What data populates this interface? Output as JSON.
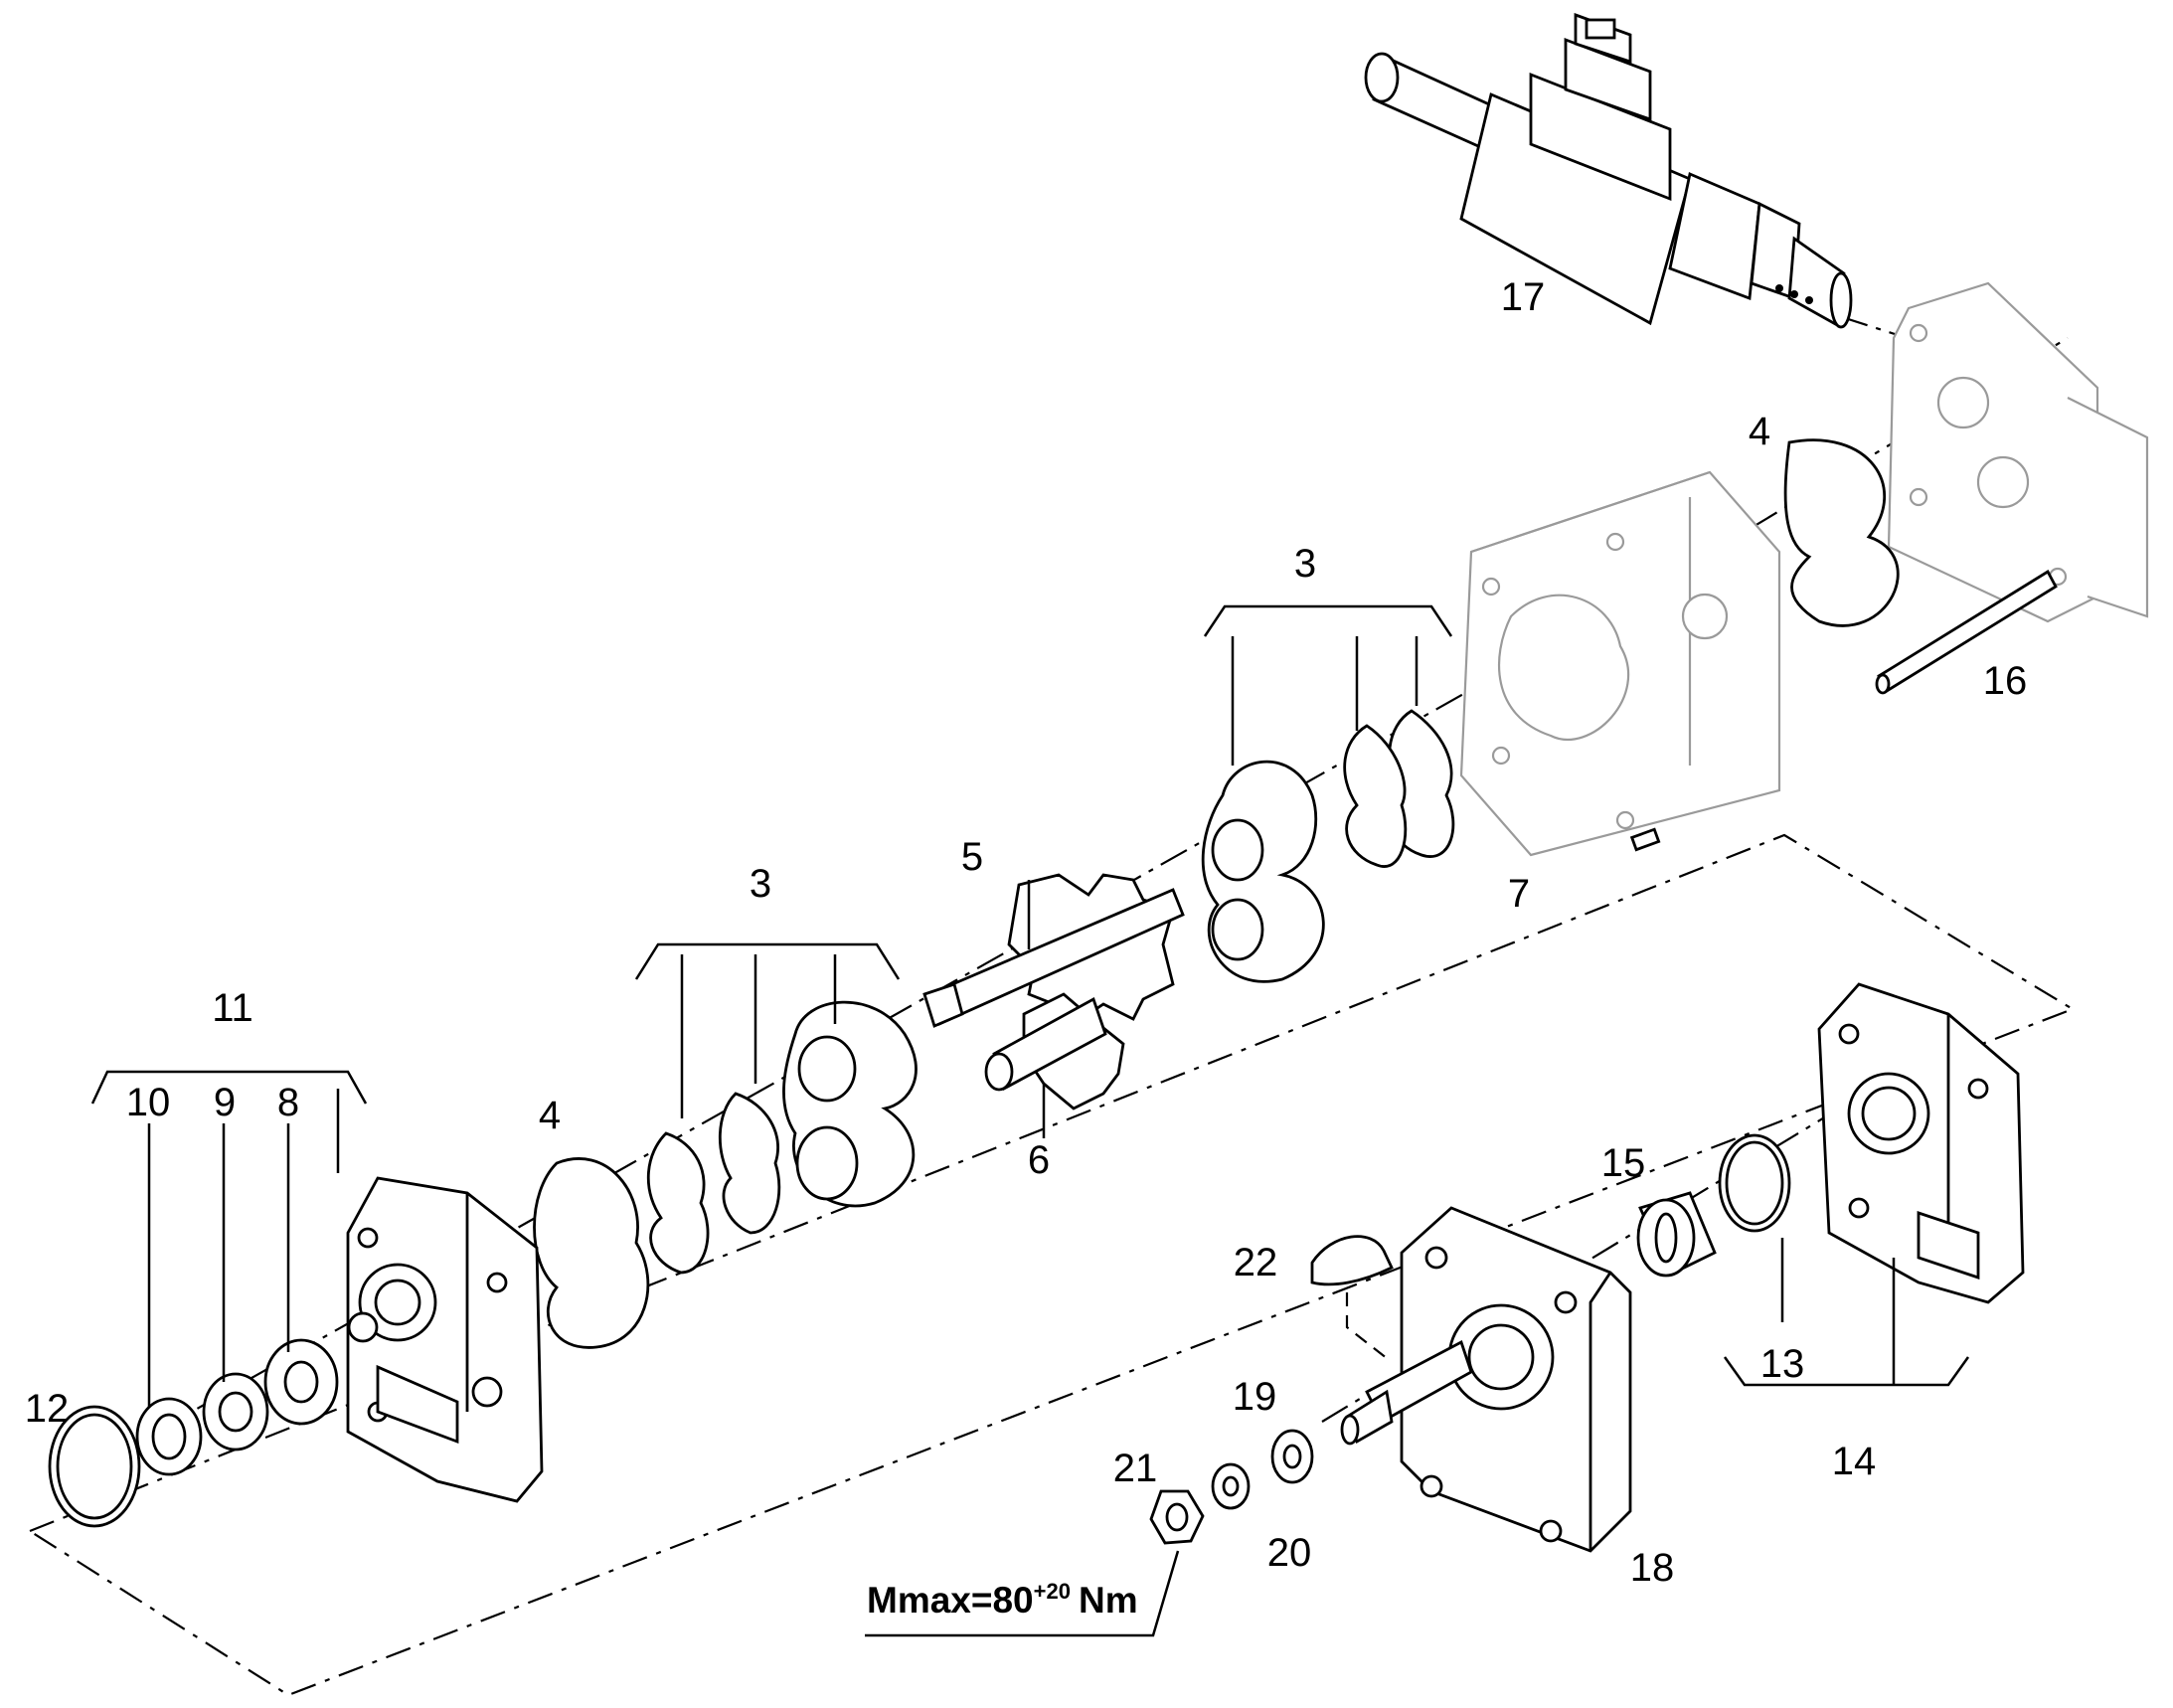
{
  "callouts": {
    "c3a": "3",
    "c3b": "3",
    "c4a": "4",
    "c4b": "4",
    "c5": "5",
    "c6": "6",
    "c7": "7",
    "c8": "8",
    "c9": "9",
    "c10": "10",
    "c11": "11",
    "c12": "12",
    "c13": "13",
    "c14": "14",
    "c15": "15",
    "c16": "16",
    "c17": "17",
    "c18": "18",
    "c19": "19",
    "c20": "20",
    "c21": "21",
    "c22": "22"
  },
  "torque": {
    "main": "Mmax=80",
    "sup": "+20",
    "unit": "Nm"
  }
}
